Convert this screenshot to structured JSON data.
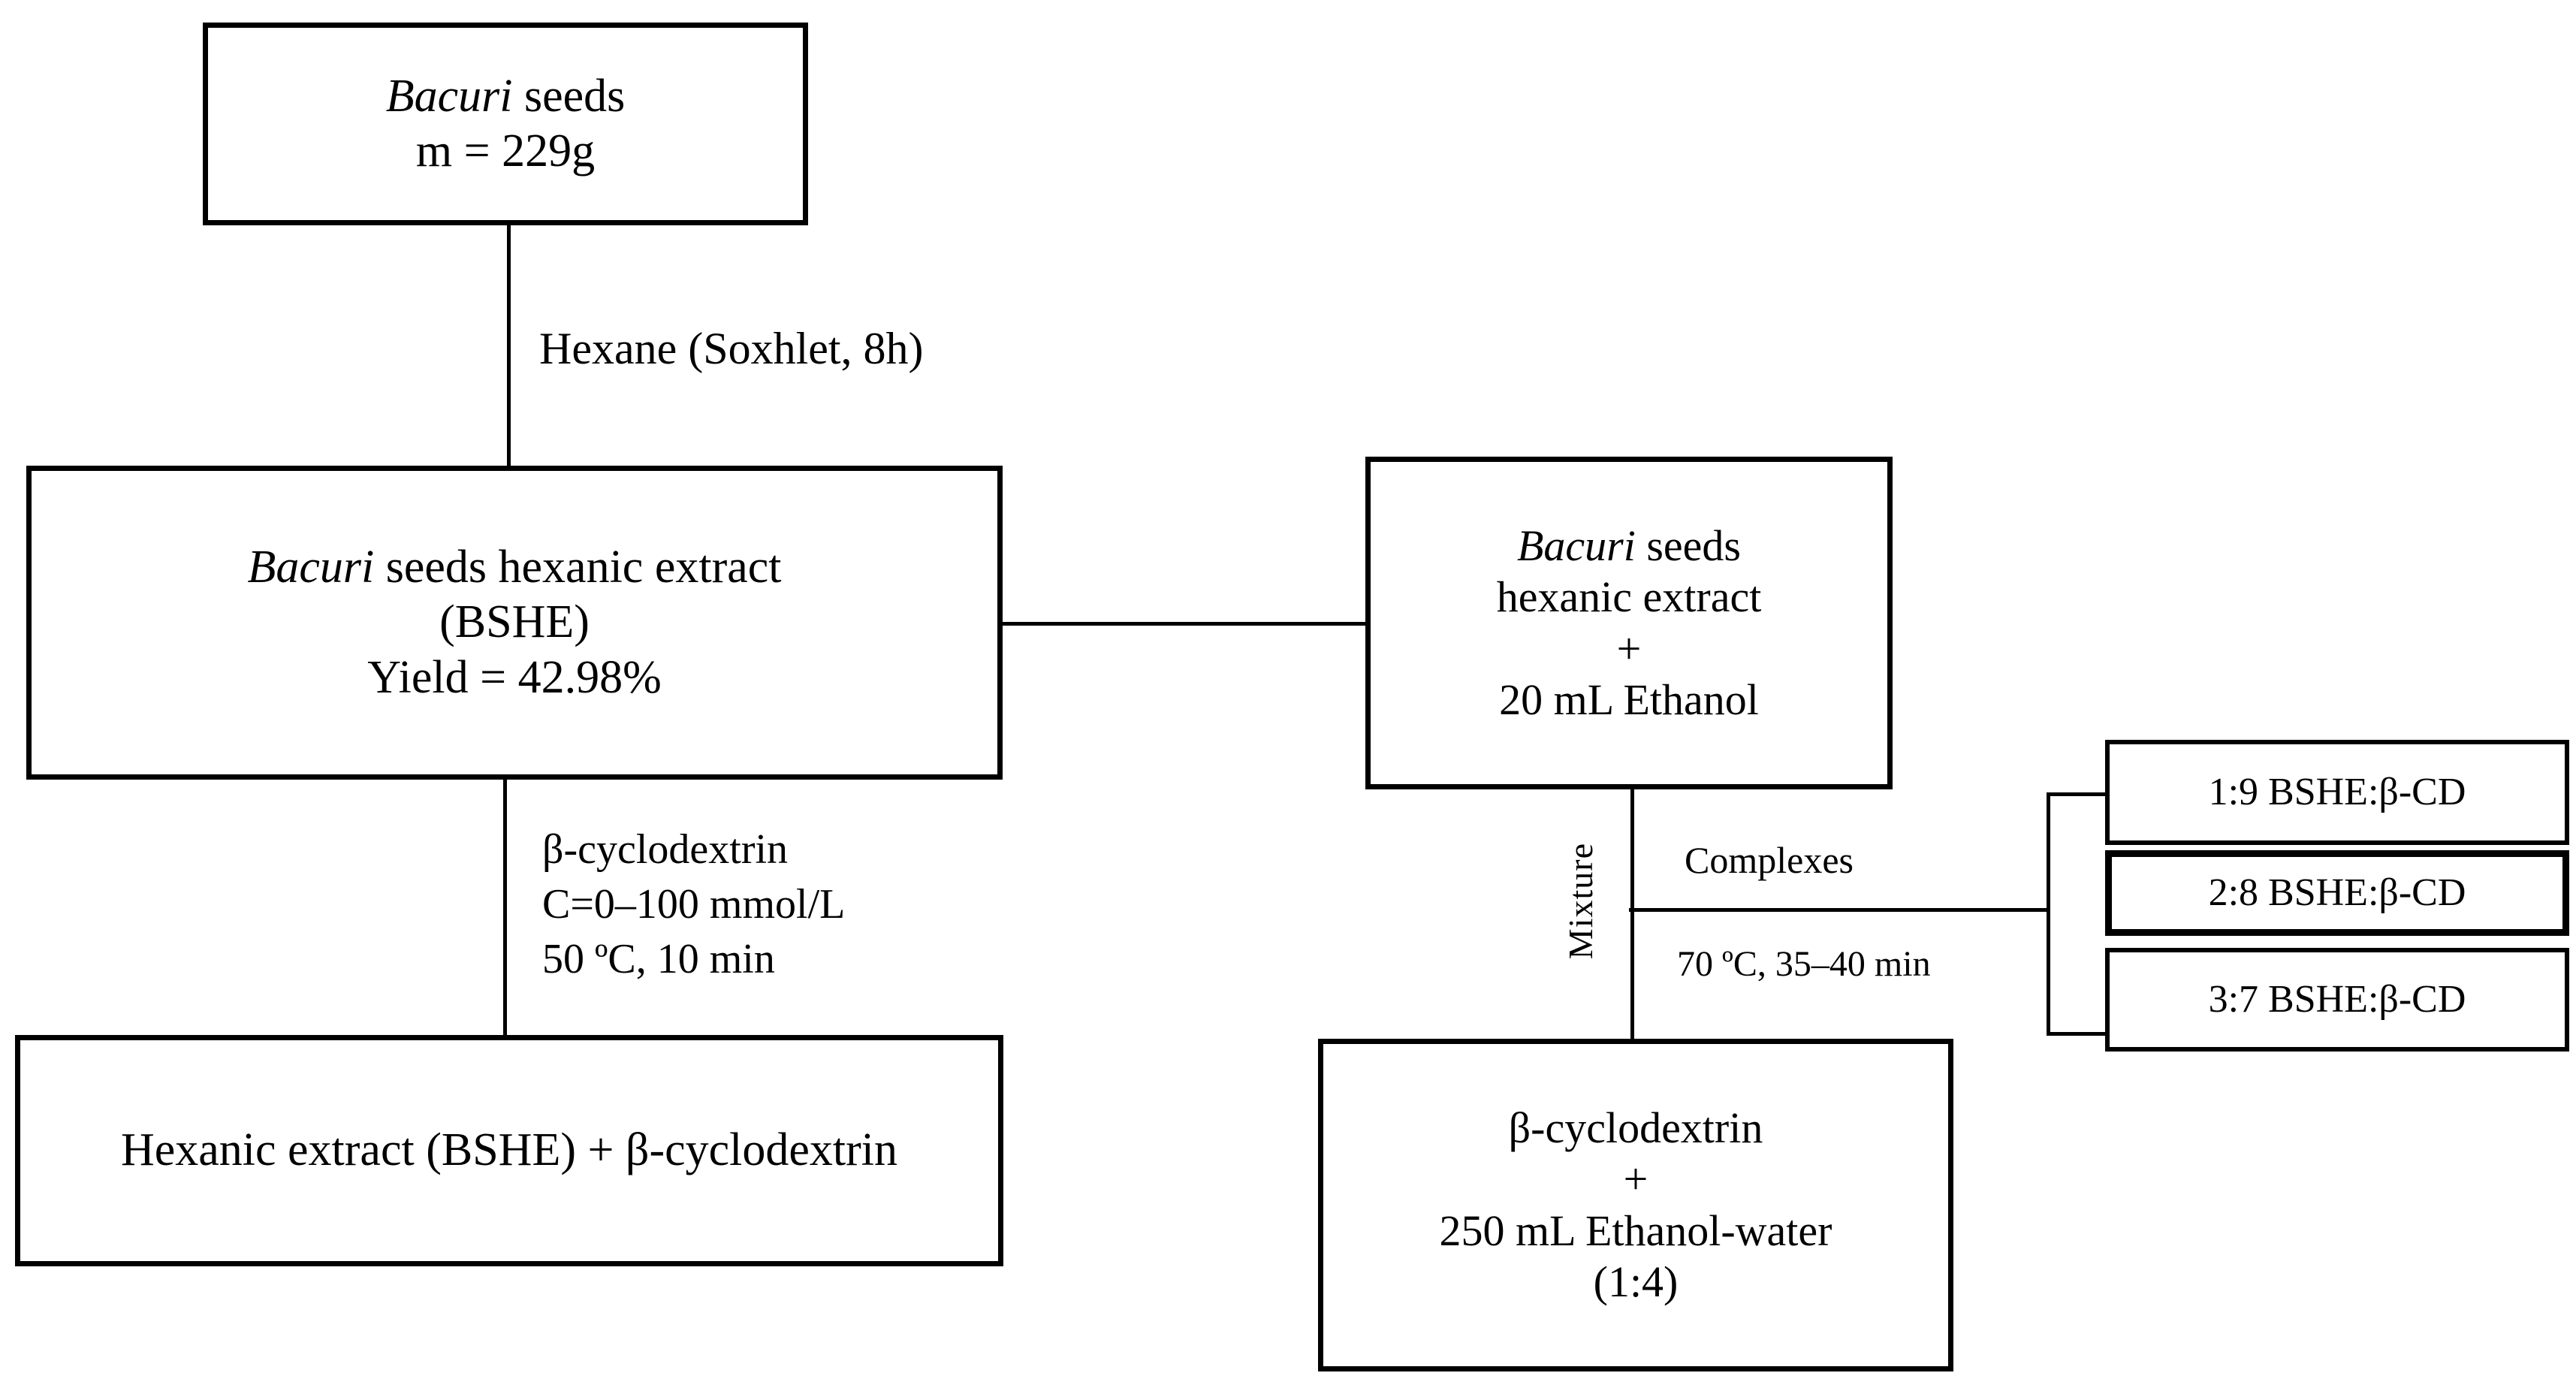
{
  "diagram": {
    "title": "Bacuri seeds hexanic extract and beta-cyclodextrin complexation flowchart",
    "boxes": {
      "seeds": {
        "lines": [
          "Bacuri seeds",
          "m = 229g"
        ],
        "italic_word": "Bacuri",
        "line1_italic": "Bacuri",
        "line1_rest": " seeds",
        "line2": "m = 229g"
      },
      "bshe": {
        "line1_italic": "Bacuri",
        "line1_rest": " seeds hexanic extract",
        "line2": "(BSHE)",
        "line3": "Yield = 42.98%"
      },
      "bshe_bcd": {
        "text": "Hexanic extract (BSHE) + β-cyclodextrin"
      },
      "extract_ethanol": {
        "line1_italic": "Bacuri",
        "line1_rest": " seeds",
        "line2": "hexanic extract",
        "line3": "+",
        "line4": "20 mL Ethanol"
      },
      "bcd_ethanol_water": {
        "line1": "β-cyclodextrin",
        "line2": "+",
        "line3": "250 mL Ethanol-water",
        "line4": "(1:4)"
      },
      "ratios": [
        {
          "label": "1:9 BSHE:β-CD"
        },
        {
          "label": "2:8 BSHE:β-CD"
        },
        {
          "label": "3:7 BSHE:β-CD"
        }
      ]
    },
    "annotations": {
      "hexane": "Hexane (Soxhlet, 8h)",
      "bcd_conditions": {
        "line1": "β-cyclodextrin",
        "line2": "C=0–100 mmol/L",
        "line3": "50 ºC, 10 min"
      },
      "complexes": "Complexes",
      "complex_conditions": "70 ºC, 35–40 min",
      "mixture": "Mixture"
    },
    "colors": {
      "line": "#000000",
      "box_border": "#000000",
      "box_fill": "#ffffff",
      "text": "#000000"
    }
  }
}
